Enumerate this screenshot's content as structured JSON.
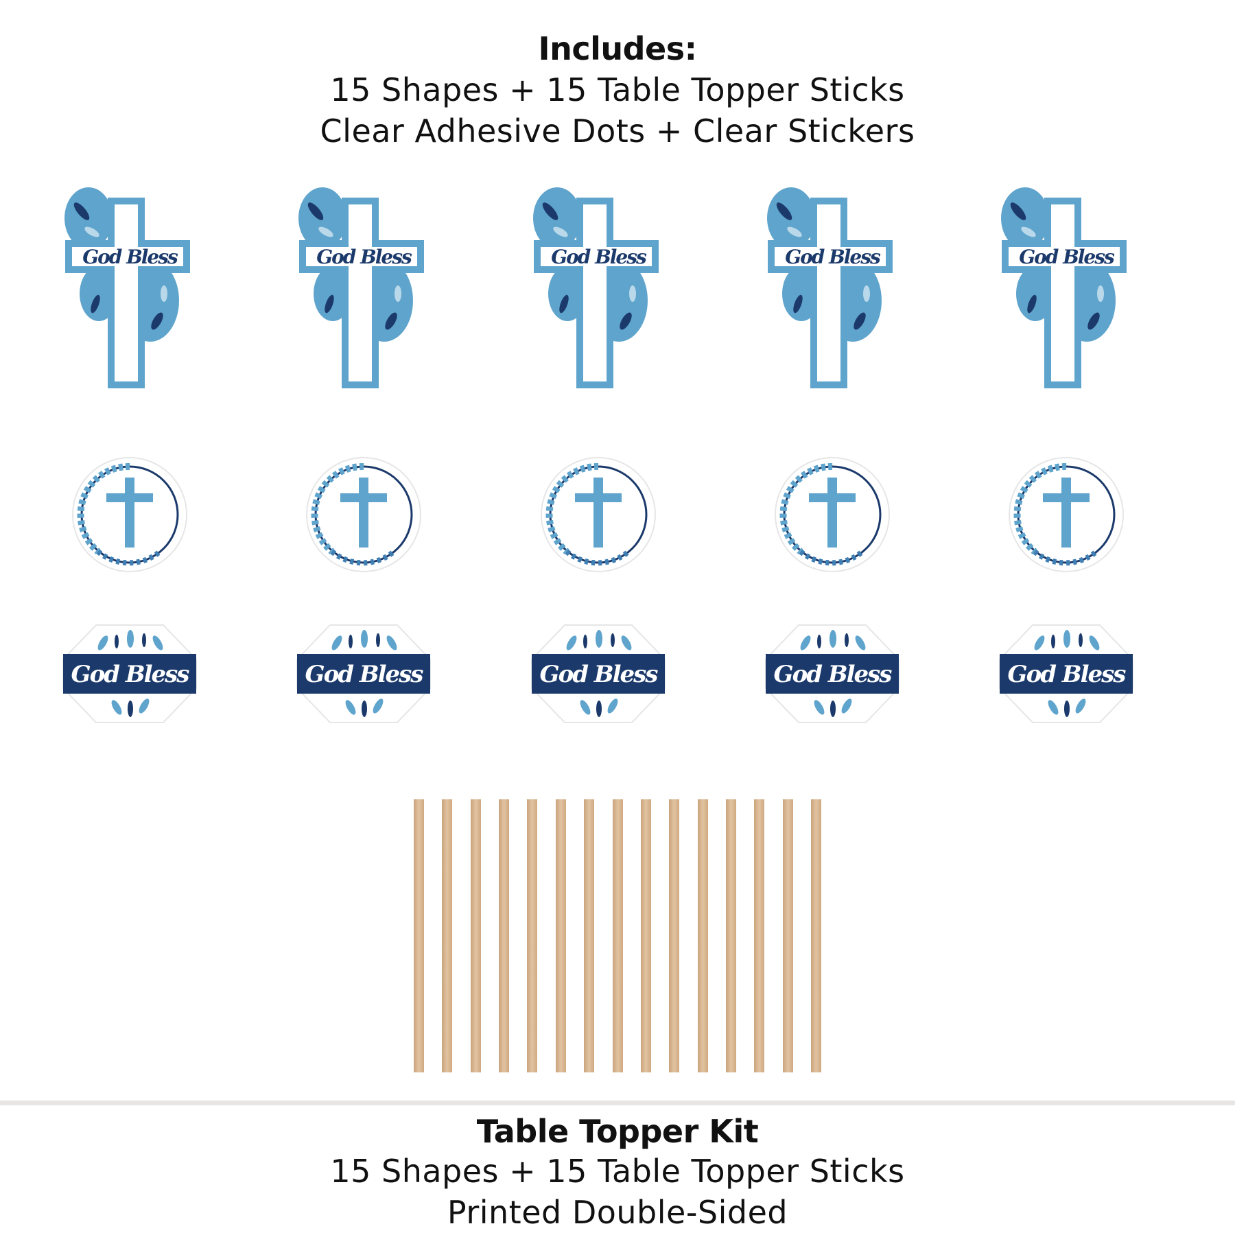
{
  "header": {
    "title": "Includes:",
    "line1": "15 Shapes + 15 Table Topper Sticks",
    "line2": "Clear Adhesive Dots + Clear Stickers"
  },
  "shapes": {
    "cross_text": "God Bless",
    "badge_text": "God Bless",
    "count_per_row": 5
  },
  "sticks": {
    "count": 15
  },
  "footer": {
    "title": "Table Topper Kit",
    "line1": "15 Shapes + 15 Table Topper Sticks",
    "line2": "Printed Double-Sided"
  },
  "colors": {
    "light_blue": "#5fa4cc",
    "navy": "#1b3a6b",
    "stick": "#d9b791"
  }
}
